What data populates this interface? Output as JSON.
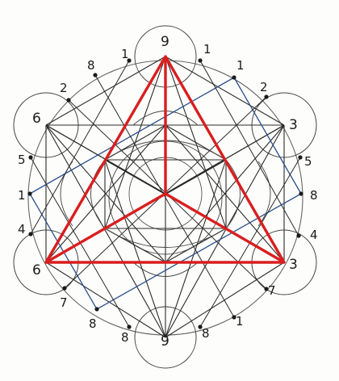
{
  "diagram": {
    "colors": {
      "ink": "#2a2a2a",
      "circle": "#555555",
      "red": "#d91e1e",
      "blue": "#2b4f8a",
      "dot": "#1a1a1a"
    },
    "labels": {
      "top": "9",
      "upper_left": "6",
      "upper_right": "3",
      "lower_left": "6",
      "lower_right": "3",
      "bottom": "9",
      "ring_top_left_1": "1",
      "ring_top_right_1": "1",
      "ring_top_left_8": "8",
      "ring_top_right_1b": "1",
      "ring_left_2": "2",
      "ring_right_2": "2",
      "ring_left_5": "5",
      "ring_right_5": "5",
      "ring_left_1": "1",
      "ring_right_8": "8",
      "ring_left_4": "4",
      "ring_right_4": "4",
      "ring_left_7": "7",
      "ring_right_7": "7",
      "ring_bottom_left_8": "8",
      "ring_bottom_8a": "8",
      "ring_bottom_8b": "8",
      "ring_bottom_right_1": "1"
    }
  }
}
